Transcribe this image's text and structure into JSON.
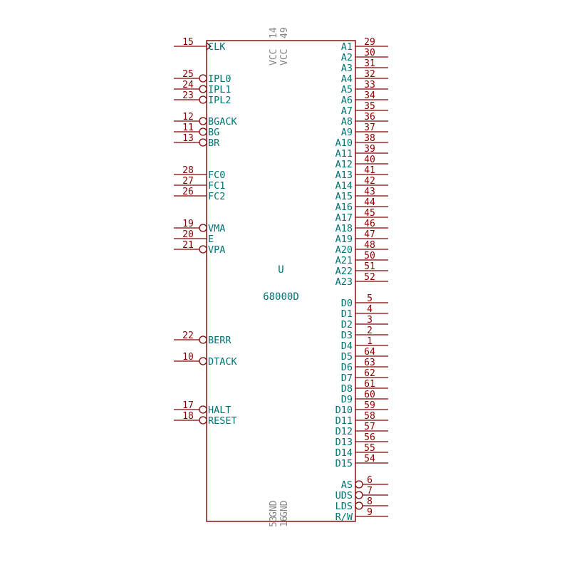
{
  "component": {
    "reference": "U",
    "value": "68000D"
  },
  "power_pins": {
    "top": [
      {
        "name": "VCC",
        "number": "14"
      },
      {
        "name": "VCC",
        "number": "49"
      }
    ],
    "bottom": [
      {
        "name": "GND",
        "number": "53"
      },
      {
        "name": "GND",
        "number": "16"
      }
    ]
  },
  "left_pins": [
    {
      "number": "15",
      "name": "CLK",
      "style": "clock"
    },
    {
      "number": "25",
      "name": "IPL0",
      "style": "inverted"
    },
    {
      "number": "24",
      "name": "IPL1",
      "style": "inverted"
    },
    {
      "number": "23",
      "name": "IPL2",
      "style": "inverted"
    },
    {
      "number": "12",
      "name": "BGACK",
      "style": "inverted"
    },
    {
      "number": "11",
      "name": "BG",
      "style": "inverted"
    },
    {
      "number": "13",
      "name": "BR",
      "style": "inverted"
    },
    {
      "number": "28",
      "name": "FC0",
      "style": "line"
    },
    {
      "number": "27",
      "name": "FC1",
      "style": "line"
    },
    {
      "number": "26",
      "name": "FC2",
      "style": "line"
    },
    {
      "number": "19",
      "name": "VMA",
      "style": "inverted"
    },
    {
      "number": "20",
      "name": "E",
      "style": "line"
    },
    {
      "number": "21",
      "name": "VPA",
      "style": "inverted"
    },
    {
      "number": "22",
      "name": "BERR",
      "style": "inverted"
    },
    {
      "number": "10",
      "name": "DTACK",
      "style": "inverted"
    },
    {
      "number": "17",
      "name": "HALT",
      "style": "inverted"
    },
    {
      "number": "18",
      "name": "RESET",
      "style": "inverted"
    }
  ],
  "right_pins": [
    {
      "number": "29",
      "name": "A1",
      "style": "line"
    },
    {
      "number": "30",
      "name": "A2",
      "style": "line"
    },
    {
      "number": "31",
      "name": "A3",
      "style": "line"
    },
    {
      "number": "32",
      "name": "A4",
      "style": "line"
    },
    {
      "number": "33",
      "name": "A5",
      "style": "line"
    },
    {
      "number": "34",
      "name": "A6",
      "style": "line"
    },
    {
      "number": "35",
      "name": "A7",
      "style": "line"
    },
    {
      "number": "36",
      "name": "A8",
      "style": "line"
    },
    {
      "number": "37",
      "name": "A9",
      "style": "line"
    },
    {
      "number": "38",
      "name": "A10",
      "style": "line"
    },
    {
      "number": "39",
      "name": "A11",
      "style": "line"
    },
    {
      "number": "40",
      "name": "A12",
      "style": "line"
    },
    {
      "number": "41",
      "name": "A13",
      "style": "line"
    },
    {
      "number": "42",
      "name": "A14",
      "style": "line"
    },
    {
      "number": "43",
      "name": "A15",
      "style": "line"
    },
    {
      "number": "44",
      "name": "A16",
      "style": "line"
    },
    {
      "number": "45",
      "name": "A17",
      "style": "line"
    },
    {
      "number": "46",
      "name": "A18",
      "style": "line"
    },
    {
      "number": "47",
      "name": "A19",
      "style": "line"
    },
    {
      "number": "48",
      "name": "A20",
      "style": "line"
    },
    {
      "number": "50",
      "name": "A21",
      "style": "line"
    },
    {
      "number": "51",
      "name": "A22",
      "style": "line"
    },
    {
      "number": "52",
      "name": "A23",
      "style": "line"
    },
    {
      "number": "5",
      "name": "D0",
      "style": "line"
    },
    {
      "number": "4",
      "name": "D1",
      "style": "line"
    },
    {
      "number": "3",
      "name": "D2",
      "style": "line"
    },
    {
      "number": "2",
      "name": "D3",
      "style": "line"
    },
    {
      "number": "1",
      "name": "D4",
      "style": "line"
    },
    {
      "number": "64",
      "name": "D5",
      "style": "line"
    },
    {
      "number": "63",
      "name": "D6",
      "style": "line"
    },
    {
      "number": "62",
      "name": "D7",
      "style": "line"
    },
    {
      "number": "61",
      "name": "D8",
      "style": "line"
    },
    {
      "number": "60",
      "name": "D9",
      "style": "line"
    },
    {
      "number": "59",
      "name": "D10",
      "style": "line"
    },
    {
      "number": "58",
      "name": "D11",
      "style": "line"
    },
    {
      "number": "57",
      "name": "D12",
      "style": "line"
    },
    {
      "number": "56",
      "name": "D13",
      "style": "line"
    },
    {
      "number": "55",
      "name": "D14",
      "style": "line"
    },
    {
      "number": "54",
      "name": "D15",
      "style": "line"
    },
    {
      "number": "6",
      "name": "AS",
      "style": "inverted"
    },
    {
      "number": "7",
      "name": "UDS",
      "style": "inverted"
    },
    {
      "number": "8",
      "name": "LDS",
      "style": "inverted"
    },
    {
      "number": "9",
      "name": "R/W",
      "style": "line"
    }
  ]
}
